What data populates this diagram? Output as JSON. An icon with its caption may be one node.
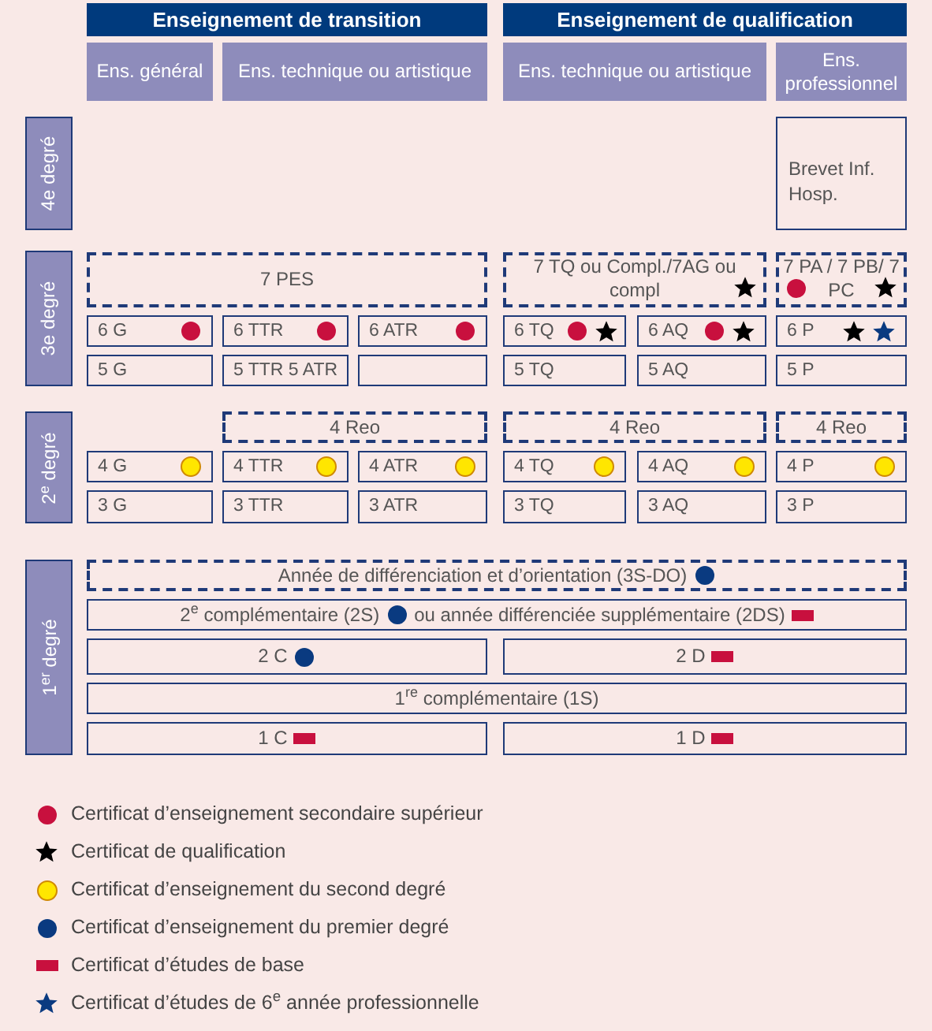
{
  "diagram": {
    "nodes": [
      {
        "text": [
          "Enseignement de transition"
        ]
      },
      {
        "text": [
          "Enseignement de qualification"
        ]
      },
      {
        "text": [
          "Ens. général"
        ]
      },
      {
        "text": [
          "Ens. technique ou artistique"
        ]
      },
      {
        "text": [
          "Ens. technique ou artistique"
        ]
      },
      {
        "text": [
          "Ens. professionnel"
        ]
      },
      {
        "text": [
          "4e degré"
        ]
      },
      {
        "text": [
          "Brevet Inf. Hosp."
        ]
      },
      {
        "text": [
          "3e degré"
        ]
      },
      {
        "text": [
          "7 PES"
        ]
      },
      {
        "text": [
          "7 TQ ou Compl./7AG ou compl"
        ]
      },
      {
        "text": [
          "7 PA / 7 PB/ 7 PC"
        ]
      },
      {
        "text": [
          "6 G"
        ]
      },
      {
        "text": [
          "6 TTR"
        ]
      },
      {
        "text": [
          "6 ATR"
        ]
      },
      {
        "text": [
          "6 TQ"
        ]
      },
      {
        "text": [
          "6 AQ"
        ]
      },
      {
        "text": [
          "6 P"
        ]
      },
      {
        "text": [
          "5 G"
        ]
      },
      {
        "text": [
          "5 TTR 5 ATR"
        ]
      },
      {
        "text": [],
        "shape": "box"
      },
      {
        "text": [
          "5 TQ"
        ]
      },
      {
        "text": [
          "5 AQ"
        ]
      },
      {
        "text": [
          "5 P"
        ]
      },
      {
        "text": [
          "2$^{e}$ degré"
        ]
      },
      {
        "text": [
          "4 Reo"
        ]
      },
      {
        "text": [
          "4 Reo"
        ]
      },
      {
        "text": [
          "4 Reo"
        ]
      },
      {
        "text": [
          "4 G"
        ]
      },
      {
        "text": [
          "4 TTR"
        ]
      },
      {
        "text": [
          "4 ATR"
        ]
      },
      {
        "text": [
          "4 TQ"
        ]
      },
      {
        "text": [
          "4 AQ"
        ]
      },
      {
        "text": [
          "4 P"
        ]
      },
      {
        "text": [
          "3 G"
        ]
      },
      {
        "text": [
          "3 TTR"
        ]
      },
      {
        "text": [
          "3 ATR"
        ]
      },
      {
        "text": [
          "3 TQ"
        ]
      },
      {
        "text": [
          "3 AQ"
        ]
      },
      {
        "text": [
          "3 P"
        ]
      },
      {
        "text": [
          "1$^{er}$ degré"
        ]
      },
      {
        "text": [
          "Année de différenciation et d’orientation (3S-DO)"
        ]
      },
      {
        "text": [
          "2$^{e}$ complémentaire (2S)",
          "ou année différenciée supplémentaire (2DS)"
        ]
      },
      {
        "text": [
          "2 C"
        ]
      },
      {
        "text": [
          "2 D"
        ]
      },
      {
        "text": [
          "1$^{re}$ complémentaire (1S)"
        ]
      },
      {
        "text": [
          "1 C"
        ]
      },
      {
        "text": [
          "1 D"
        ]
      }
    ],
    "legend": [
      {
        "text": "Certificat d’enseignement secondaire supérieur",
        "color": "#c8103e"
      },
      {
        "text": "Certificat de qualification",
        "color": "#000000"
      },
      {
        "text": "Certificat d’enseignement du second degré",
        "color": "#ffe600"
      },
      {
        "text": "Certificat d’enseignement du premier degré",
        "color": "#0a3a80"
      },
      {
        "text": "Certificat d’études de base",
        "color": "#c8103e"
      },
      {
        "text": "Certificat d’études de 6$^{e}$ année professionnelle",
        "color": "#0a3a80"
      }
    ]
  }
}
